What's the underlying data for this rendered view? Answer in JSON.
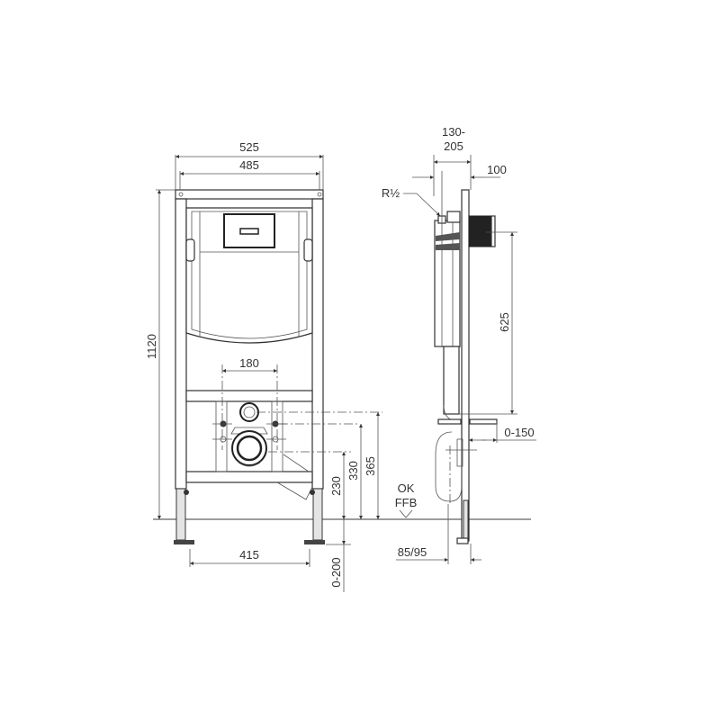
{
  "drawing": {
    "title": "Wall-hung WC installation frame — technical drawing",
    "front_view": {
      "dimensions": {
        "overall_width": "525",
        "inner_width": "485",
        "height": "1120",
        "pan_connection_spacing": "180",
        "foot_spacing": "415",
        "outlet_height": "230",
        "inlet_height": "330",
        "fixing_height": "365",
        "foot_adjust": "0-200"
      }
    },
    "side_view": {
      "dimensions": {
        "depth_range_top": "130-",
        "depth_range_bottom": "205",
        "cover_depth": "100",
        "supply_thread": "R½",
        "flush_height": "625",
        "wall_adjust": "0-150",
        "base_depth": "85/95"
      }
    },
    "floor_reference": {
      "line1": "OK",
      "line2": "FFB"
    }
  }
}
